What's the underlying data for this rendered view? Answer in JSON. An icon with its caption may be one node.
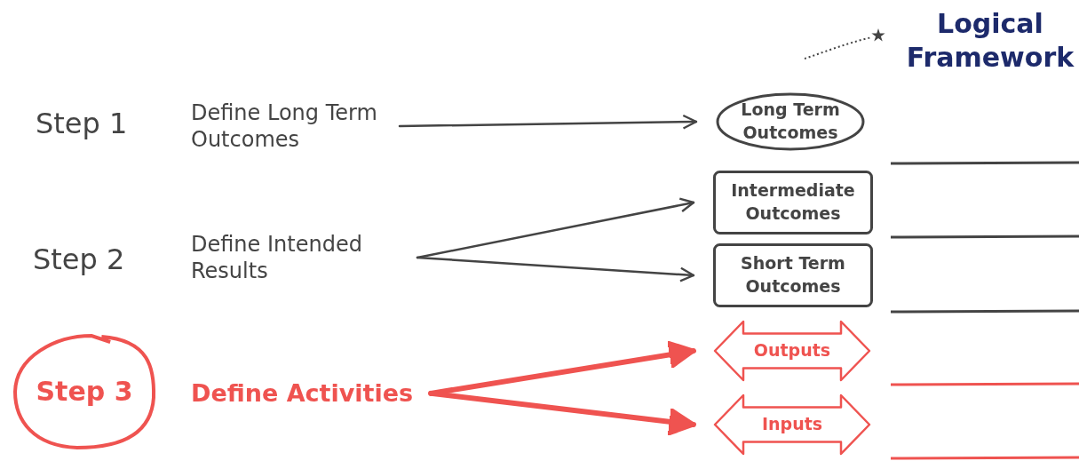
{
  "diagram": {
    "title": "Logical Framework",
    "nodes": [
      {
        "text": [
          "Define Long Term Outcomes"
        ]
      },
      {
        "text": [
          "Long Term Outcomes"
        ]
      },
      {
        "text": [
          "Define Intended Results"
        ]
      },
      {
        "text": [
          "Intermediate Outcomes"
        ]
      },
      {
        "text": [
          "Short Term Outcomes"
        ]
      },
      {
        "text": [
          "Step 3"
        ]
      },
      {
        "text": [
          "Define Activities"
        ]
      },
      {
        "text": [
          "Outputs"
        ]
      },
      {
        "text": [
          "Inputs"
        ]
      }
    ],
    "edges": [
      {
        "from": 0,
        "to": 1,
        "arrow": "to"
      },
      {
        "from": 2,
        "to": 3,
        "arrow": "to"
      },
      {
        "from": 2,
        "to": 4,
        "arrow": "to"
      },
      {
        "from": 6,
        "to": 7,
        "arrow": "to",
        "style": "thick",
        "color": "#ef5350"
      },
      {
        "from": 6,
        "to": 8,
        "arrow": "to",
        "style": "thick",
        "color": "#ef5350"
      }
    ],
    "labels": [
      "Step 1",
      "Step 2"
    ]
  }
}
